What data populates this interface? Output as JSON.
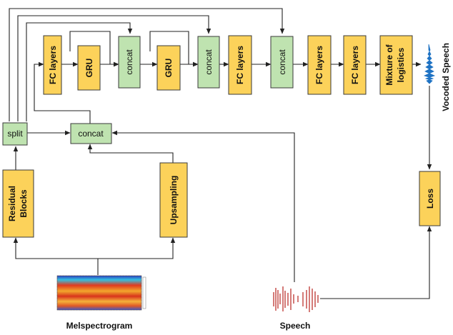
{
  "blocks": {
    "fc1": "FC layers",
    "gru1": "GRU",
    "concat1": "concat",
    "gru2": "GRU",
    "concat2": "concat",
    "fc2": "FC layers",
    "concat3": "concat",
    "fc3": "FC layers",
    "fc4": "FC layers",
    "mixture_line1": "Mixture of",
    "mixture_line2": "logistics",
    "split": "split",
    "concat_mid": "concat",
    "residual_line1": "Residual",
    "residual_line2": "Blocks",
    "upsampling": "Upsampling",
    "loss": "Loss"
  },
  "labels": {
    "vocoded_speech": "Vocoded Speech",
    "melspectrogram": "Melspectrogram",
    "speech": "Speech"
  },
  "colors": {
    "layer_fill": "#fcd25a",
    "concat_fill": "#bfe3b0",
    "vocoded_waveform": "#1f73c4",
    "speech_waveform": "#b8231f"
  }
}
